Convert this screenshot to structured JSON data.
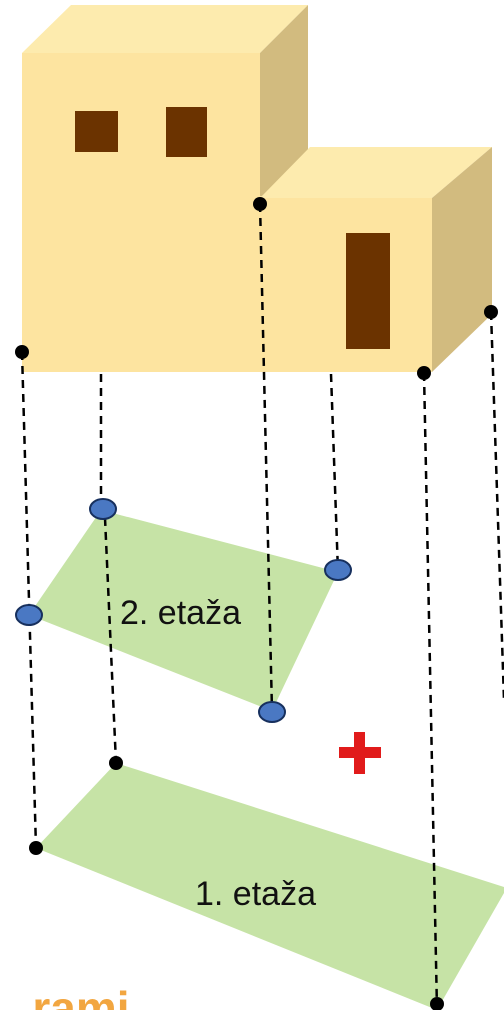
{
  "labels": {
    "floor_2": "2. etaža",
    "floor_1": "1. etaža",
    "plus": "+",
    "watermark": "...rami"
  },
  "colors": {
    "wall_front": "#FDE4A0",
    "wall_side": "#D2BB7F",
    "roof": "#FDEBAE",
    "window": "#6B3300",
    "floor_plane": "#C6E3A6",
    "plus": "#E11B1B",
    "vertex_black": "#000000",
    "vertex_blue": "#4A78C3",
    "watermark": "#F2A640"
  }
}
